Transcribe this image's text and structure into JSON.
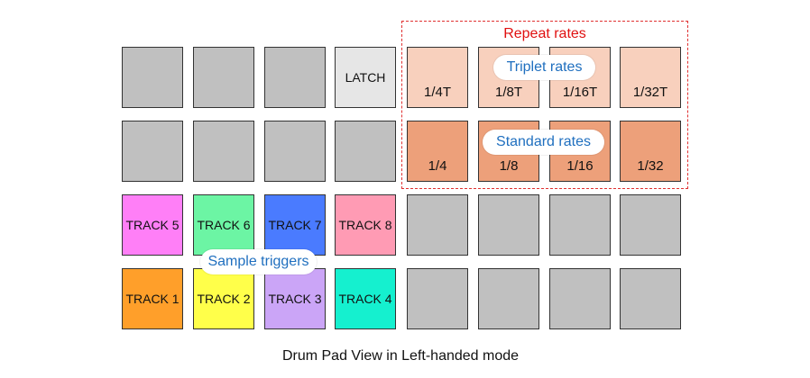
{
  "annotations": {
    "repeat_rates": "Repeat rates",
    "triplet_rates": "Triplet rates",
    "standard_rates": "Standard rates",
    "sample_triggers": "Sample triggers"
  },
  "caption": "Drum Pad View in Left-handed mode",
  "colors": {
    "inactive_pad": "#c0c0c0",
    "latch_pad": "#e6e6e6",
    "triplet_pad": "#f8d0bd",
    "standard_pad": "#eda07a",
    "repeat_box_border": "#e03030",
    "annotation_text": "#1f6fbf",
    "repeat_title": "#e01010"
  },
  "pads": {
    "row1": [
      "",
      "",
      "",
      "LATCH",
      "1/4T",
      "1/8T",
      "1/16T",
      "1/32T"
    ],
    "row2": [
      "",
      "",
      "",
      "",
      "1/4",
      "1/8",
      "1/16",
      "1/32"
    ],
    "row3": [
      "TRACK 5",
      "TRACK 6",
      "TRACK 7",
      "TRACK 8",
      "",
      "",
      "",
      ""
    ],
    "row4": [
      "TRACK 1",
      "TRACK 2",
      "TRACK 3",
      "TRACK 4",
      "",
      "",
      "",
      ""
    ]
  },
  "track_colors": {
    "track1": "#ff9f2a",
    "track2": "#ffff4a",
    "track3": "#cba5f7",
    "track4": "#15f0cf",
    "track5": "#ff7ff7",
    "track6": "#6cf5a4",
    "track7": "#4a7bff",
    "track8": "#ff9bb4"
  }
}
